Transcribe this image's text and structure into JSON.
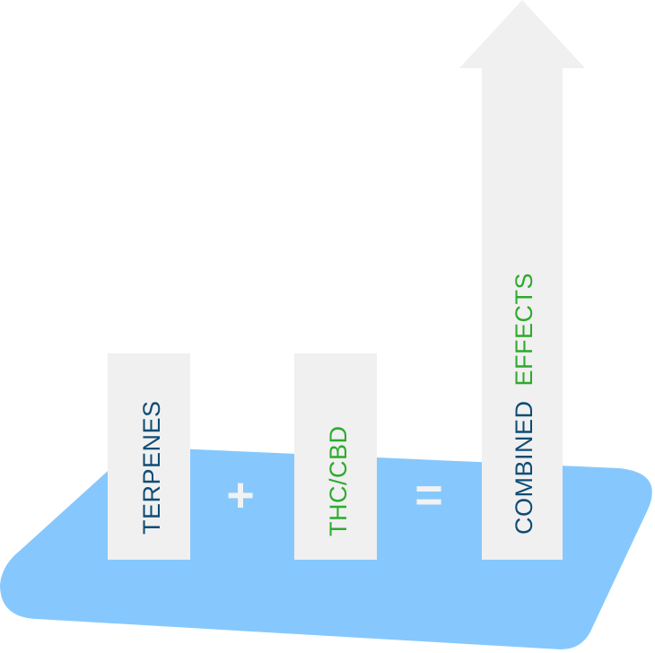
{
  "diagram": {
    "terms": [
      {
        "label": "TERPENES"
      },
      {
        "label": "THC/CBD"
      }
    ],
    "operators": {
      "plus": "+",
      "equals": "="
    },
    "result": {
      "label_part1": "COMBINED",
      "label_part2": "EFFECTS"
    },
    "colors": {
      "platform": "#86c8fd",
      "bar": "#f0f0f0",
      "operator": "#f2f2f2",
      "navy": "#0e4c74",
      "green": "#2eaa2e"
    }
  }
}
